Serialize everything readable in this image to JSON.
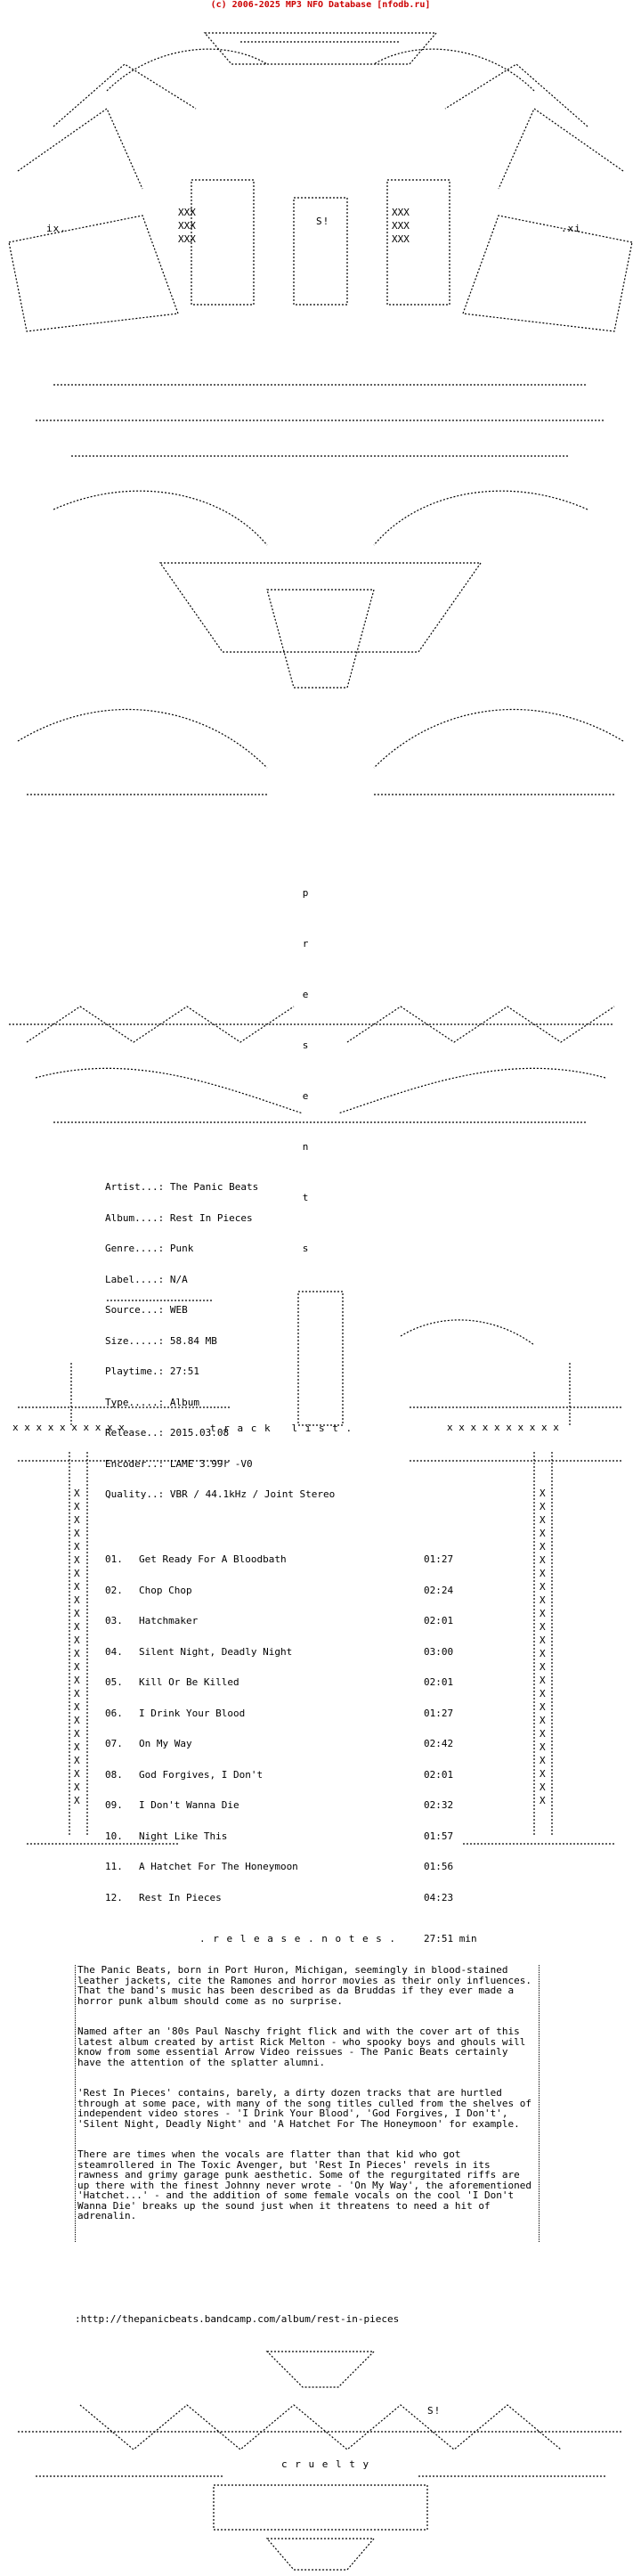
{
  "copyright": "(c) 2006-2025 MP3 NFO Database [nfodb.ru]",
  "presents_letters": [
    "p",
    "r",
    "e",
    "s",
    "e",
    "n",
    "t",
    "s"
  ],
  "info": {
    "artist": {
      "label": "Artist...:",
      "value": "The Panic Beats"
    },
    "album": {
      "label": "Album....:",
      "value": "Rest In Pieces"
    },
    "genre": {
      "label": "Genre....:",
      "value": "Punk"
    },
    "label": {
      "label": "Label....:",
      "value": "N/A"
    },
    "source": {
      "label": "Source...:",
      "value": "WEB"
    },
    "size": {
      "label": "Size.....:",
      "value": "58.84 MB"
    },
    "playtime": {
      "label": "Playtime.:",
      "value": "27:51"
    },
    "type": {
      "label": "Type.....:",
      "value": "Album"
    },
    "release": {
      "label": "Release..:",
      "value": "2015.03.08"
    },
    "encoder": {
      "label": "Encoder..:",
      "value": "LAME 3.99r -V0"
    },
    "quality": {
      "label": "Quality..:",
      "value": "VBR / 44.1kHz / Joint Stereo"
    }
  },
  "tracklist_heading": "t r a c k   l i s t .",
  "xrow": "x x x x x x x x x x",
  "tracks": [
    {
      "num": "01.",
      "title": "Get Ready For A Bloodbath",
      "duration": "01:27"
    },
    {
      "num": "02.",
      "title": "Chop Chop",
      "duration": "02:24"
    },
    {
      "num": "03.",
      "title": "Hatchmaker",
      "duration": "02:01"
    },
    {
      "num": "04.",
      "title": "Silent Night, Deadly Night",
      "duration": "03:00"
    },
    {
      "num": "05.",
      "title": "Kill Or Be Killed",
      "duration": "02:01"
    },
    {
      "num": "06.",
      "title": "I Drink Your Blood",
      "duration": "01:27"
    },
    {
      "num": "07.",
      "title": "On My Way",
      "duration": "02:42"
    },
    {
      "num": "08.",
      "title": "God Forgives, I Don't",
      "duration": "02:01"
    },
    {
      "num": "09.",
      "title": "I Don't Wanna Die",
      "duration": "02:32"
    },
    {
      "num": "10.",
      "title": "Night Like This",
      "duration": "01:57"
    },
    {
      "num": "11.",
      "title": "A Hatchet For The Honeymoon",
      "duration": "01:56"
    },
    {
      "num": "12.",
      "title": "Rest In Pieces",
      "duration": "04:23"
    }
  ],
  "total_time": "27:51 min",
  "release_notes_heading": ". r e l e a s e . n o t e s .",
  "notes": [
    "The Panic Beats, born in Port Huron, Michigan, seemingly in blood-stained leather jackets, cite the Ramones and horror movies as their only influences. That the band's music has been described as da Bruddas if they ever made a horror punk album should come as no surprise.",
    "Named after an '80s Paul Naschy fright flick and with the cover art of this latest album created by artist Rick Melton - who spooky boys and ghouls will know from some essential Arrow Video reissues - The Panic Beats certainly have the attention of the splatter alumni.",
    "'Rest In Pieces' contains, barely, a dirty dozen tracks that are hurtled through at some pace, with many of the song titles culled from the shelves of independent video stores - 'I Drink Your Blood', 'God Forgives, I Don't', 'Silent Night, Deadly Night' and 'A Hatchet For The Honeymoon' for example.",
    "There are times when the vocals are flatter than that kid who got steamrollered in The Toxic Avenger, but 'Rest In Pieces' revels in its rawness and grimy garage punk aesthetic. Some of the regurgitated riffs are up there with the finest Johnny never wrote - 'On My Way', the aforementioned 'Hatchet...' - and the addition of some female vocals on the cool 'I Don't Wanna Die' breaks up the sound just when it threatens to need a hit of adrenalin."
  ],
  "link": ":http://thepanicbeats.bandcamp.com/album/rest-in-pieces",
  "footer_label": "c r u e l t y",
  "sig_mark": "S!",
  "small_marks": {
    "ix_left": "ix.",
    "xi_right": ".xi"
  }
}
